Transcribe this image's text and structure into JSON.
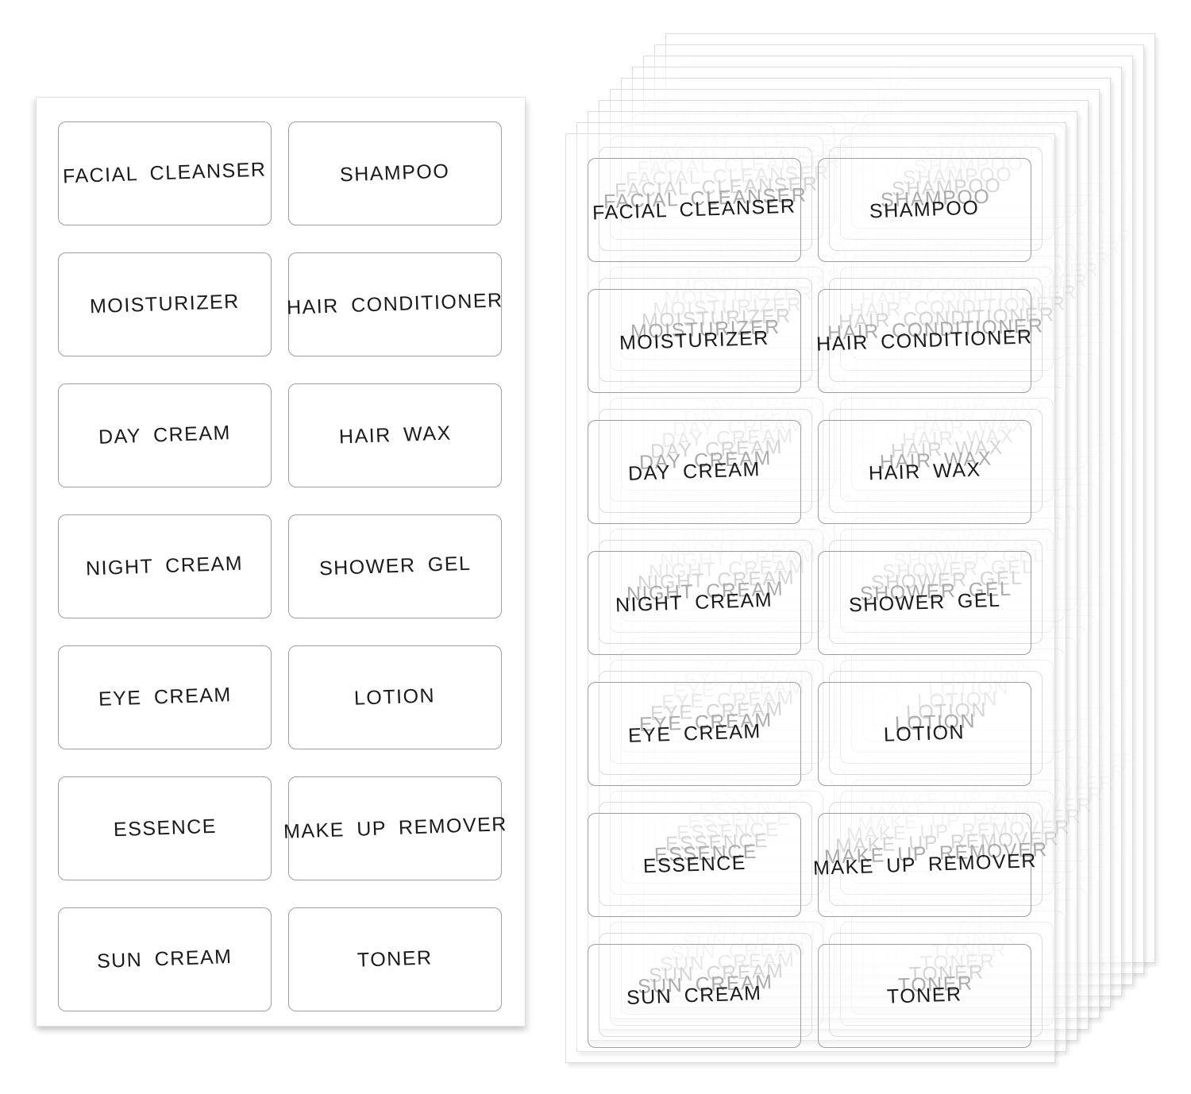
{
  "labels": [
    "FACIAL CLEANSER",
    "SHAMPOO",
    "MOISTURIZER",
    "HAIR CONDITIONER",
    "DAY CREAM",
    "HAIR WAX",
    "NIGHT CREAM",
    "SHOWER GEL",
    "EYE CREAM",
    "LOTION",
    "ESSENCE",
    "MAKE UP REMOVER",
    "SUN CREAM",
    "TONER"
  ],
  "left_sheet": {
    "rows": 7,
    "columns": 2,
    "labels_per_sheet": 14
  },
  "right_stack": {
    "sheet_count": 10,
    "rows": 7,
    "columns": 2,
    "labels_per_sheet": 14
  },
  "colors": {
    "page_background": "#ffffff",
    "label_text": "#1b1b1b",
    "label_border": "#9e9e9e",
    "sheet_border": "#dcdcdc"
  }
}
